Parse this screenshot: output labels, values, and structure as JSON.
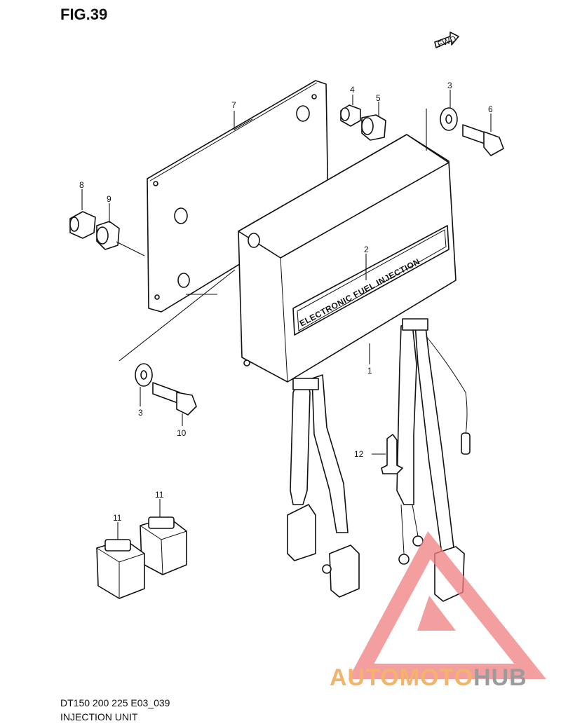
{
  "figure": {
    "title": "FIG.39"
  },
  "footer": {
    "model": "DT150 200 225 E03_039",
    "name": "INJECTION UNIT"
  },
  "fwd_label": "FWD",
  "ecu_label": "ELECTRONIC FUEL INJECTION",
  "callouts": {
    "c1": "1",
    "c2": "2",
    "c3a": "3",
    "c3b": "3",
    "c4": "4",
    "c5": "5",
    "c6": "6",
    "c7": "7",
    "c8": "8",
    "c9": "9",
    "c10": "10",
    "c11a": "11",
    "c11b": "11",
    "c12": "12"
  },
  "watermark": {
    "part1": "AUTOMOTO",
    "part2": "HUB",
    "color_warm": "#f3b36a",
    "color_gray": "#9b9b9b"
  },
  "colors": {
    "line": "#111111",
    "warning_triangle": "#f08080"
  }
}
